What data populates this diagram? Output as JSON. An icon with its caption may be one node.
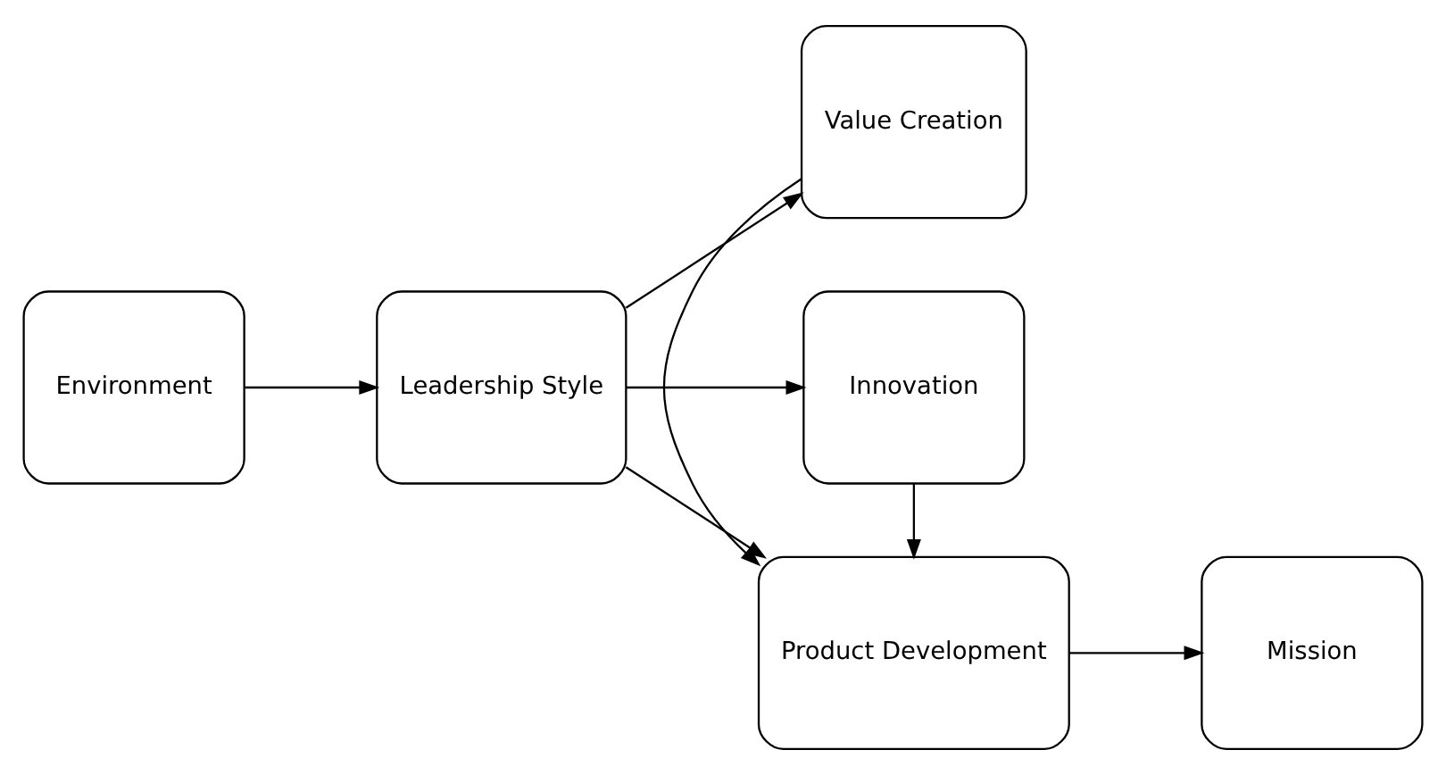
{
  "diagram": {
    "nodes": [
      {
        "text": [
          "Environment"
        ]
      },
      {
        "text": [
          "Leadership Style"
        ]
      },
      {
        "text": [
          "Value Creation"
        ]
      },
      {
        "text": [
          "Product Development"
        ]
      },
      {
        "text": [
          "Innovation"
        ]
      },
      {
        "text": [
          "Mission"
        ]
      }
    ],
    "edges": [
      {
        "from": 0,
        "to": 1,
        "arrow": "to"
      },
      {
        "from": 1,
        "to": 2,
        "arrow": "to"
      },
      {
        "from": 1,
        "to": 3,
        "arrow": "to"
      },
      {
        "from": 1,
        "to": 4,
        "arrow": "to"
      },
      {
        "from": 2,
        "to": 3,
        "arrow": "to"
      },
      {
        "from": 4,
        "to": 3,
        "arrow": "to"
      },
      {
        "from": 3,
        "to": 5,
        "arrow": "to"
      }
    ]
  }
}
